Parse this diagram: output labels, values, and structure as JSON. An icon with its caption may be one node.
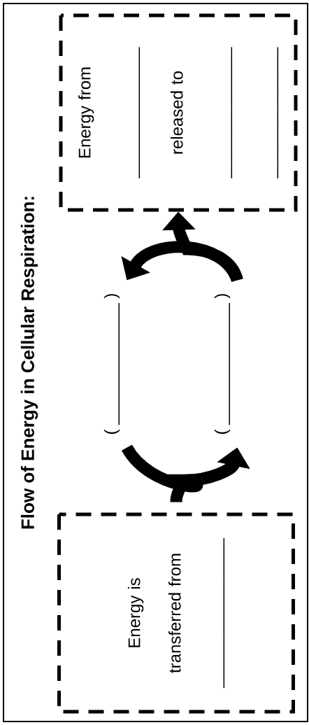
{
  "diagram": {
    "title": "Flow of Energy in Cellular Respiration:",
    "nodes": [
      {
        "text": [
          "Energy is transferred from ________________"
        ]
      },
      {
        "text": [
          "( _____________ )"
        ]
      },
      {
        "text": [
          "( _____________ )"
        ]
      },
      {
        "text": [
          "Energy from ______________ released to ______________ ______________"
        ]
      }
    ],
    "edges": [
      {
        "from": 1,
        "to": 2,
        "arrow": "to"
      },
      {
        "from": 0,
        "to": 2,
        "arrow": "to"
      },
      {
        "from": 2,
        "to": 1,
        "arrow": "to"
      },
      {
        "from": 2,
        "to": 3,
        "arrow": "to"
      }
    ]
  }
}
